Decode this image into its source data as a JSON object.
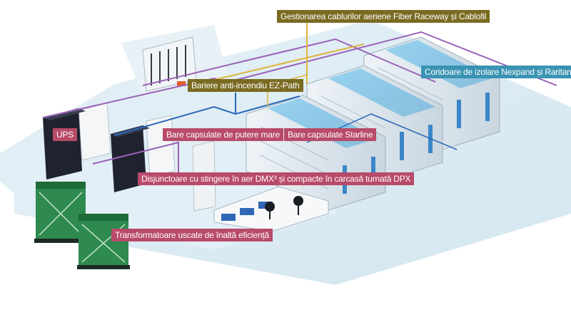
{
  "colors": {
    "olive": "#7a6b22",
    "rose": "#b84a6a",
    "teal": "#3a93b3",
    "floor": "#dcecf4",
    "purple_cable": "#9a62b8",
    "blue_cable": "#2a66b8",
    "yellow_cable": "#e0b43a",
    "transformer_green": "#2e8a4e"
  },
  "labels": {
    "fiber_raceway": "Gestionarea cablurilor aeriene Fiber Raceway și Cablofil",
    "fire_barrier": "Bariere anti-incendiu EZ-Path",
    "containment": "Coridoare de izolare Nexpand și Raritan",
    "ups": "UPS",
    "power_busway": "Bare capsulate de putere mare",
    "starline": "Bare capsulate Starline",
    "breakers": "Disjunctoare cu stingere în aer DMX³ și compacte în carcasă turnată DPX",
    "transformers": "Transformatoare uscate de înaltă eficiență"
  }
}
